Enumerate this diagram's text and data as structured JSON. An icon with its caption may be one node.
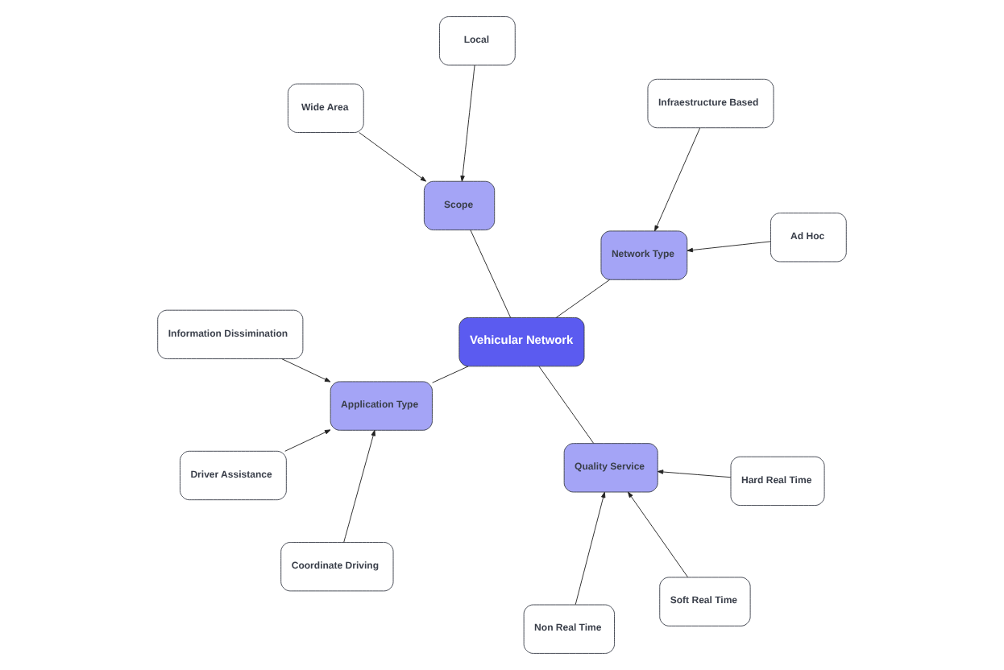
{
  "diagram": {
    "nodes": [
      {
        "text": [
          "Vehicular Network"
        ]
      },
      {
        "text": [
          "Application Type"
        ]
      },
      {
        "text": [
          "Quality Service"
        ]
      },
      {
        "text": [
          "Scope"
        ]
      },
      {
        "text": [
          "Network Type"
        ]
      },
      {
        "text": [
          "Information Dissimination"
        ]
      },
      {
        "text": [
          "Driver Assistance"
        ]
      },
      {
        "text": [
          "Coordinate Driving"
        ]
      },
      {
        "text": [
          "Non Real Time"
        ]
      },
      {
        "text": [
          "Soft Real Time"
        ]
      },
      {
        "text": [
          "Hard Real Time"
        ]
      },
      {
        "text": [
          "Wide Area"
        ]
      },
      {
        "text": [
          "Local"
        ]
      },
      {
        "text": [
          "Ad Hoc"
        ]
      },
      {
        "text": [
          "Infraestructure Based"
        ]
      }
    ],
    "edges": [
      {
        "from": 0,
        "to": 1,
        "arrow": "none"
      },
      {
        "from": 0,
        "to": 2,
        "arrow": "none"
      },
      {
        "from": 0,
        "to": 3,
        "arrow": "none"
      },
      {
        "from": 0,
        "to": 4,
        "arrow": "none"
      },
      {
        "from": 5,
        "to": 1,
        "arrow": "to"
      },
      {
        "from": 6,
        "to": 1,
        "arrow": "to"
      },
      {
        "from": 7,
        "to": 1,
        "arrow": "to"
      },
      {
        "from": 8,
        "to": 2,
        "arrow": "to"
      },
      {
        "from": 9,
        "to": 2,
        "arrow": "to"
      },
      {
        "from": 10,
        "to": 2,
        "arrow": "to"
      },
      {
        "from": 11,
        "to": 3,
        "arrow": "to"
      },
      {
        "from": 12,
        "to": 3,
        "arrow": "to"
      },
      {
        "from": 13,
        "to": 4,
        "arrow": "to"
      },
      {
        "from": 14,
        "to": 4,
        "arrow": "to"
      }
    ]
  }
}
